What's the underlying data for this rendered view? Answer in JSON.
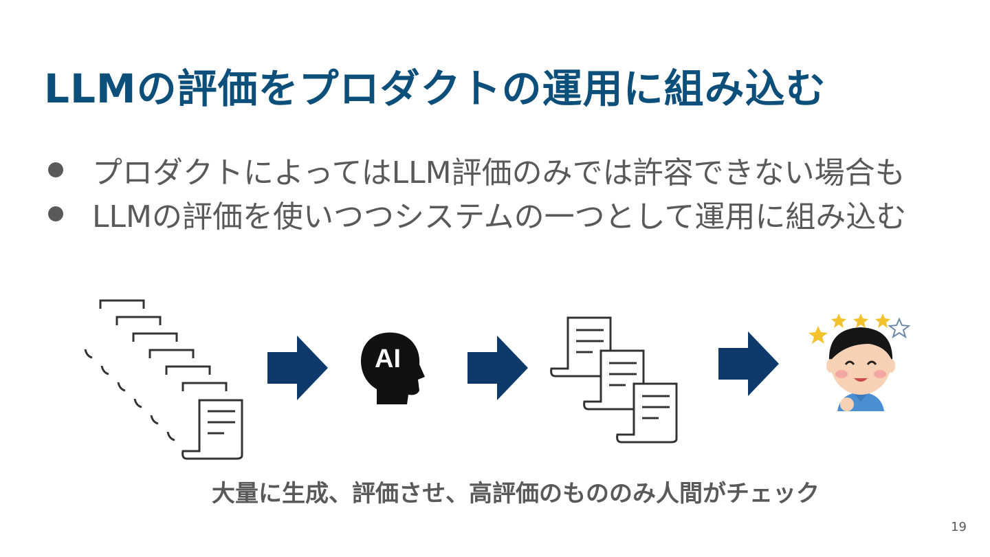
{
  "slide": {
    "title": "LLMの評価をプロダクトの運用に組み込む",
    "bullets": [
      "プロダクトによってはLLM評価のみでは許容できない場合も",
      "LLMの評価を使いつつシステムの一つとして運用に組み込む"
    ],
    "diagram": {
      "ai_label": "AI",
      "caption": "大量に生成、評価させ、高評価のもののみ人間がチェック",
      "icons": [
        "document-stack-icon",
        "arrow-right-icon",
        "ai-head-icon",
        "arrow-right-icon",
        "document-subset-icon",
        "arrow-right-icon",
        "person-icon"
      ]
    },
    "page_number": "19"
  },
  "colors": {
    "title": "#0b4f7a",
    "text": "#595959",
    "arrow": "#0e3a6b",
    "person_shirt": "#4a8fd1",
    "star": "#f2c12e"
  }
}
